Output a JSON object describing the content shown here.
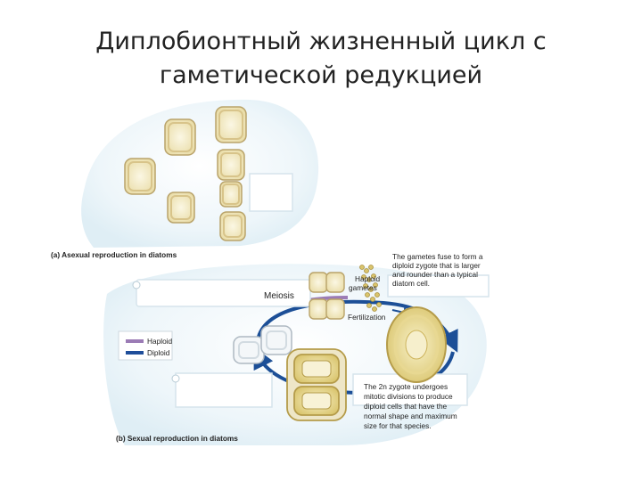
{
  "title": {
    "line1": "Диплобионтный жизненный цикл с",
    "line2": "гаметической редукцией"
  },
  "panel_a": {
    "caption": "(a) Asexual reproduction in diatoms"
  },
  "panel_b": {
    "caption": "(b) Sexual reproduction in diatoms",
    "meiosis_label": "Meiosis",
    "fertilization_label": "Fertilization",
    "haploid_gametes_label": [
      "Haploid",
      "gametes"
    ],
    "gametes_note": [
      "The gametes fuse to form a",
      "diploid zygote that is larger",
      "and rounder than a typical",
      "diatom cell."
    ],
    "zygote_note": [
      "The 2n zygote undergoes",
      "mitotic divisions to produce",
      "diploid cells that have the",
      "normal shape and maximum",
      "size for that species."
    ],
    "legend": [
      {
        "label": "Haploid",
        "color": "#9b7bb5"
      },
      {
        "label": "Diploid",
        "color": "#1f4e9a"
      }
    ]
  },
  "colors": {
    "background_blob": "#e9f3f8",
    "cycle_arrow": "#1c4f97",
    "cell_wall": "#d6c59a",
    "cell_fill": "#f3ecc6"
  }
}
